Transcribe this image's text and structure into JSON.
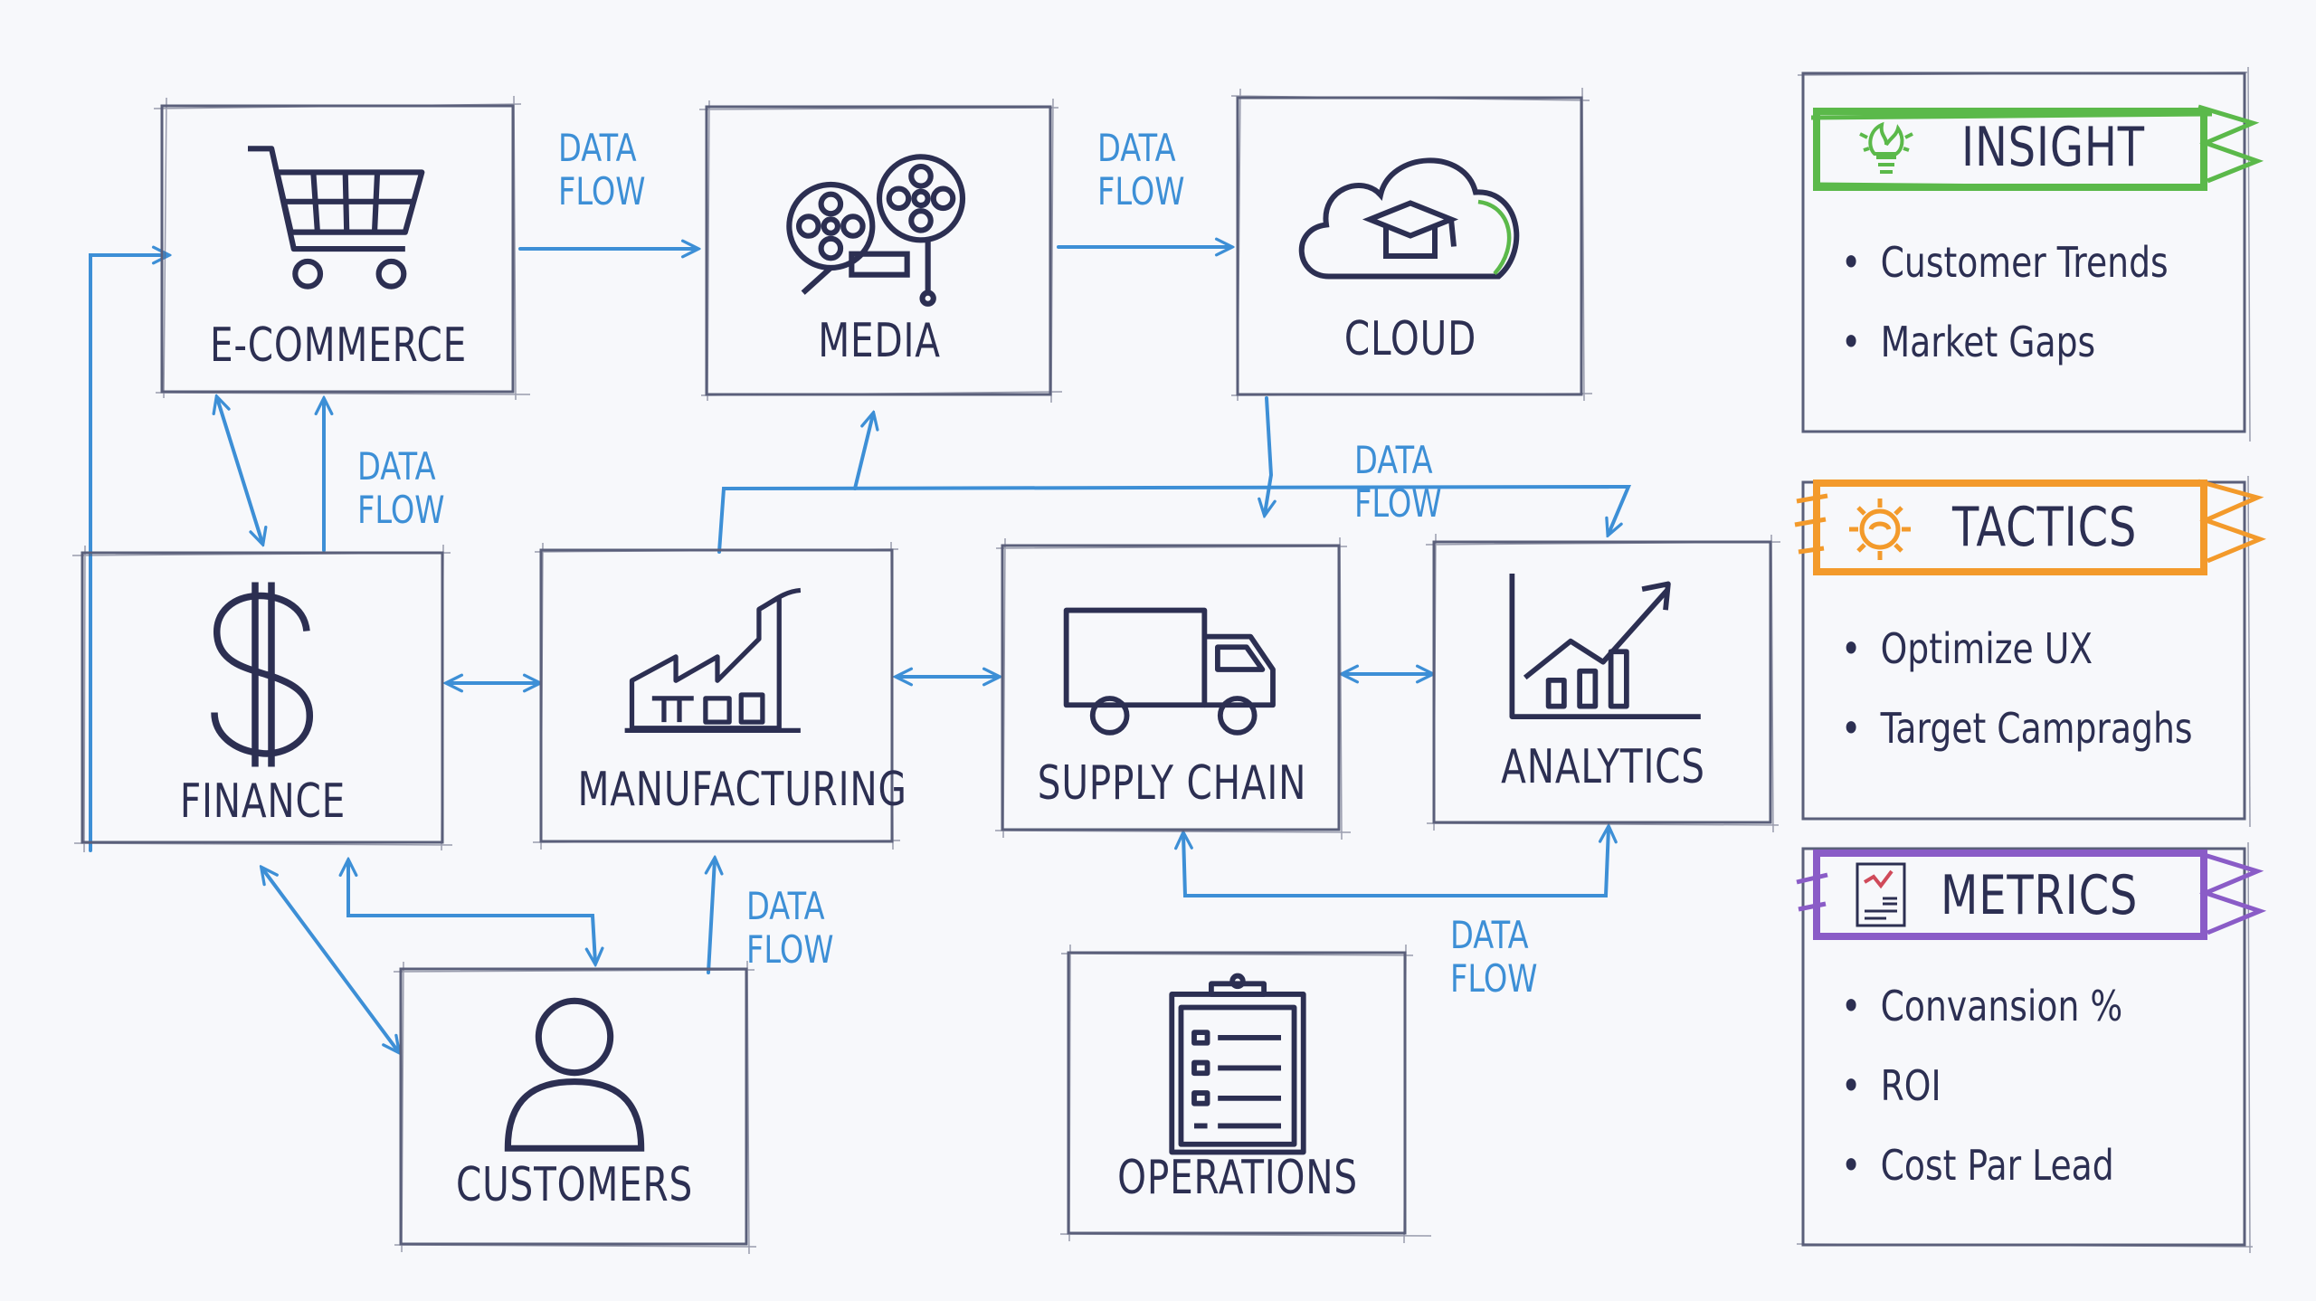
{
  "nodes": {
    "ecommerce": {
      "label": "E-COMMERCE",
      "icon": "shopping-cart-icon"
    },
    "media": {
      "label": "MEDIA",
      "icon": "film-reel-icon"
    },
    "cloud": {
      "label": "CLOUD",
      "icon": "cloud-graduation-cap-icon"
    },
    "finance": {
      "label": "FINANCE",
      "icon": "dollar-sign-icon"
    },
    "manufacturing": {
      "label": "MANUFACTURING",
      "icon": "factory-icon"
    },
    "supply_chain": {
      "label": "SUPPLY CHAIN",
      "icon": "truck-icon"
    },
    "analytics": {
      "label": "ANALYTICS",
      "icon": "bar-chart-icon"
    },
    "customers": {
      "label": "CUSTOMERS",
      "icon": "person-icon"
    },
    "operations": {
      "label": "OPERATIONS",
      "icon": "clipboard-icon"
    }
  },
  "flow_label": {
    "line1": "DATA",
    "line2": "FLOW"
  },
  "panels": {
    "insight": {
      "title": "INSIGHT",
      "color": "#5bb94a",
      "icon": "lightbulb-icon",
      "items": [
        "Customer Trends",
        "Market Gaps"
      ]
    },
    "tactics": {
      "title": "TACTICS",
      "color": "#f39a2b",
      "icon": "gear-icon",
      "items": [
        "Optimize UX",
        "Target Campraghs"
      ]
    },
    "metrics": {
      "title": "METRICS",
      "color": "#8a5cc7",
      "icon": "report-icon",
      "items": [
        "Convansion %",
        "ROI",
        "Cost Par Lead"
      ]
    }
  },
  "colors": {
    "arrow": "#3d8fd6",
    "ink": "#2c2f52",
    "box": "#5a5f7a"
  }
}
